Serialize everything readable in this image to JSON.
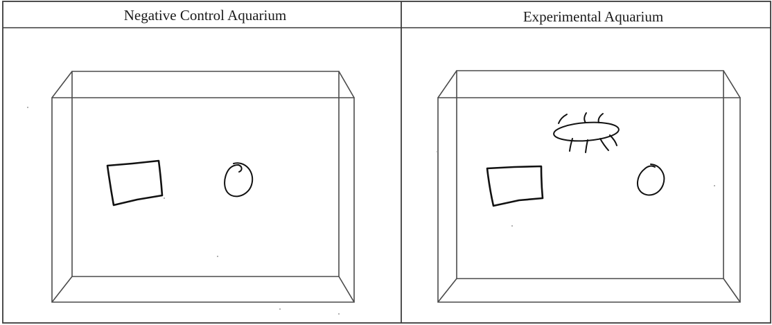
{
  "table": {
    "columns": [
      {
        "header": "Negative Control Aquarium"
      },
      {
        "header": "Experimental Aquarium"
      }
    ]
  },
  "drawings": {
    "left": {
      "tank_icon": "aquarium-outline",
      "objects": [
        "square-object",
        "circle-object"
      ]
    },
    "right": {
      "tank_icon": "aquarium-outline",
      "objects": [
        "square-object",
        "circle-object",
        "bug-creature"
      ]
    }
  }
}
